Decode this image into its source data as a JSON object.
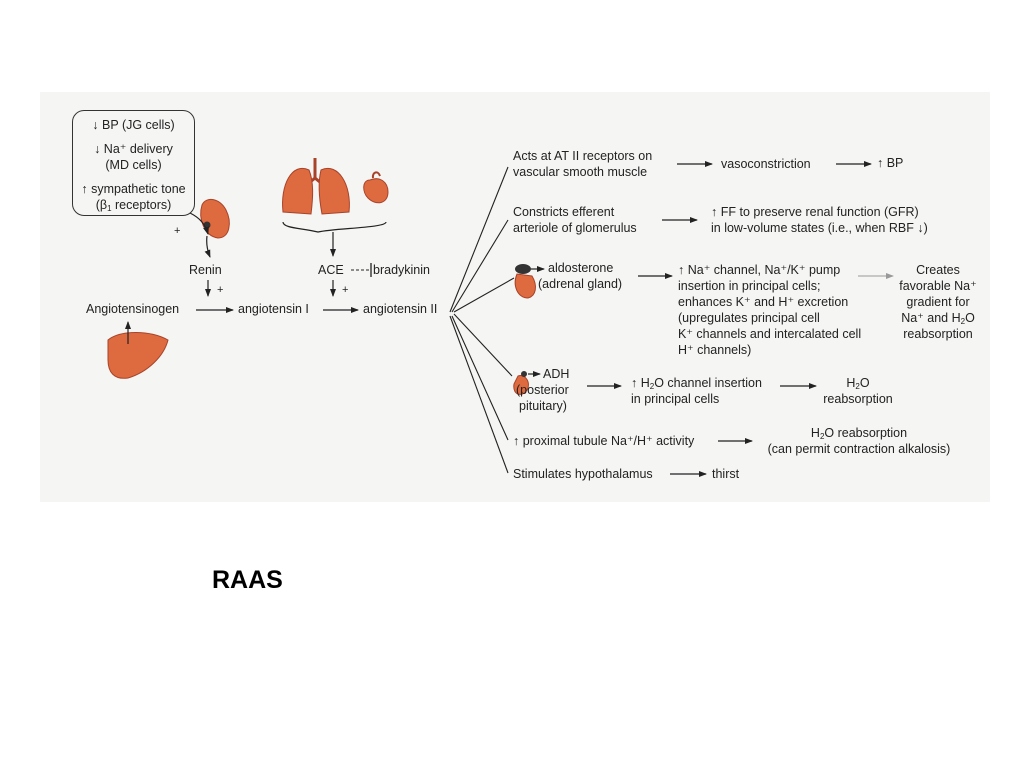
{
  "title": "RAAS",
  "colors": {
    "organ": "#de6a3f",
    "organ_dark": "#a8432a",
    "line": "#222222"
  },
  "triggers": {
    "bp": "BP (JG cells)",
    "na_l1": "Na⁺ delivery",
    "na_l2": "(MD cells)",
    "symp_l1": "sympathetic tone",
    "symp_l2": "receptors)",
    "arrow_down": "↓",
    "arrow_up": "↑",
    "beta_prefix": "(β",
    "beta_sub": "1"
  },
  "cascade": {
    "renin": "Renin",
    "ace": "ACE",
    "bradykinin": "bradykinin",
    "angiotensinogen": "Angiotensinogen",
    "angiotensin1": "angiotensin I",
    "angiotensin2": "angiotensin II",
    "plus": "+"
  },
  "effects": {
    "e1_l1": "Acts at AT II receptors on",
    "e1_l2": "vascular smooth muscle",
    "e1_result": "vasoconstriction",
    "e1_final": "↑ BP",
    "e2_l1": "Constricts efferent",
    "e2_l2": "arteriole of glomerulus",
    "e2_r1": "↑ FF to preserve renal function (GFR)",
    "e2_r2": "in low-volume states (i.e., when RBF ↓)",
    "e3_l1": "aldosterone",
    "e3_l2": "(adrenal gland)",
    "e3_r1": "↑ Na⁺ channel, Na⁺/K⁺ pump",
    "e3_r2": "insertion in principal cells;",
    "e3_r3": "enhances K⁺ and H⁺ excretion",
    "e3_r4": "(upregulates principal cell",
    "e3_r5": "K⁺ channels and intercalated cell",
    "e3_r6": "H⁺ channels)",
    "e3_f1": "Creates",
    "e3_f2": "favorable Na⁺",
    "e3_f3": "gradient for",
    "e3_f4": "Na⁺ and H",
    "e3_f4_sub": "2",
    "e3_f4_end": "O",
    "e3_f5": "reabsorption",
    "e4_l1": "ADH",
    "e4_l2": "(posterior",
    "e4_l3": "pituitary)",
    "e4_r1_a": "↑ H",
    "e4_r1_sub": "2",
    "e4_r1_b": "O channel insertion",
    "e4_r2": "in principal cells",
    "e4_f1_a": "H",
    "e4_f1_sub": "2",
    "e4_f1_b": "O",
    "e4_f2": "reabsorption",
    "e5_l1": "↑ proximal tubule Na⁺/H⁺ activity",
    "e5_r1_a": "H",
    "e5_r1_sub": "2",
    "e5_r1_b": "O reabsorption",
    "e5_r2": "(can permit contraction alkalosis)",
    "e6_l1": "Stimulates hypothalamus",
    "e6_r1": "thirst"
  }
}
